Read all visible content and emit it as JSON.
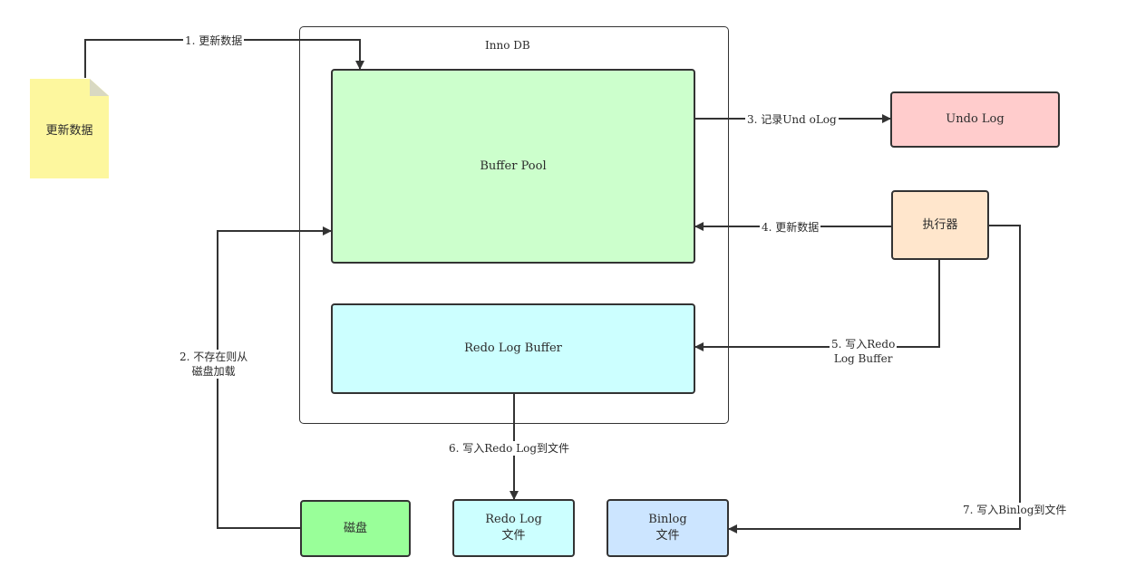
{
  "note": {
    "label": "更新数据",
    "color": "#fdf79e"
  },
  "innodb": {
    "title": "Inno DB"
  },
  "boxes": {
    "buffer_pool": {
      "label": "Buffer Pool",
      "color": "#ccffcc"
    },
    "redo_log_buffer": {
      "label": "Redo Log Buffer",
      "color": "#ccffff"
    },
    "undo_log": {
      "label": "Undo Log",
      "color": "#ffcccc"
    },
    "executor": {
      "label": "执行器",
      "color": "#ffe6cc"
    },
    "disk": {
      "label": "磁盘",
      "color": "#99ff99"
    },
    "redo_log_file": {
      "label": "Redo Log\n文件",
      "color": "#ccffff"
    },
    "binlog_file": {
      "label": "Binlog\n文件",
      "color": "#cce5ff"
    }
  },
  "steps": {
    "step1": "1. 更新数据",
    "step2": "2. 不存在则从\n磁盘加载",
    "step3": "3. 记录Und oLog",
    "step4": "4. 更新数据",
    "step5": "5. 写入Redo\nLog Buffer",
    "step6": "6. 写入Redo Log到文件",
    "step7": "7. 写入Binlog到文件"
  }
}
